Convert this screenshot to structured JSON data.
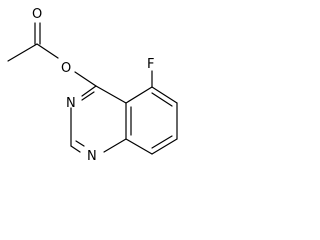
{
  "molecule": {
    "atoms": {
      "carbonyl_oxygen": "O",
      "ester_oxygen": "O",
      "fluorine": "F",
      "nitrogen_3": "N",
      "nitrogen_1": "N"
    }
  },
  "colors": {
    "bond": "#000000",
    "label": "#000000",
    "background": "#ffffff"
  }
}
